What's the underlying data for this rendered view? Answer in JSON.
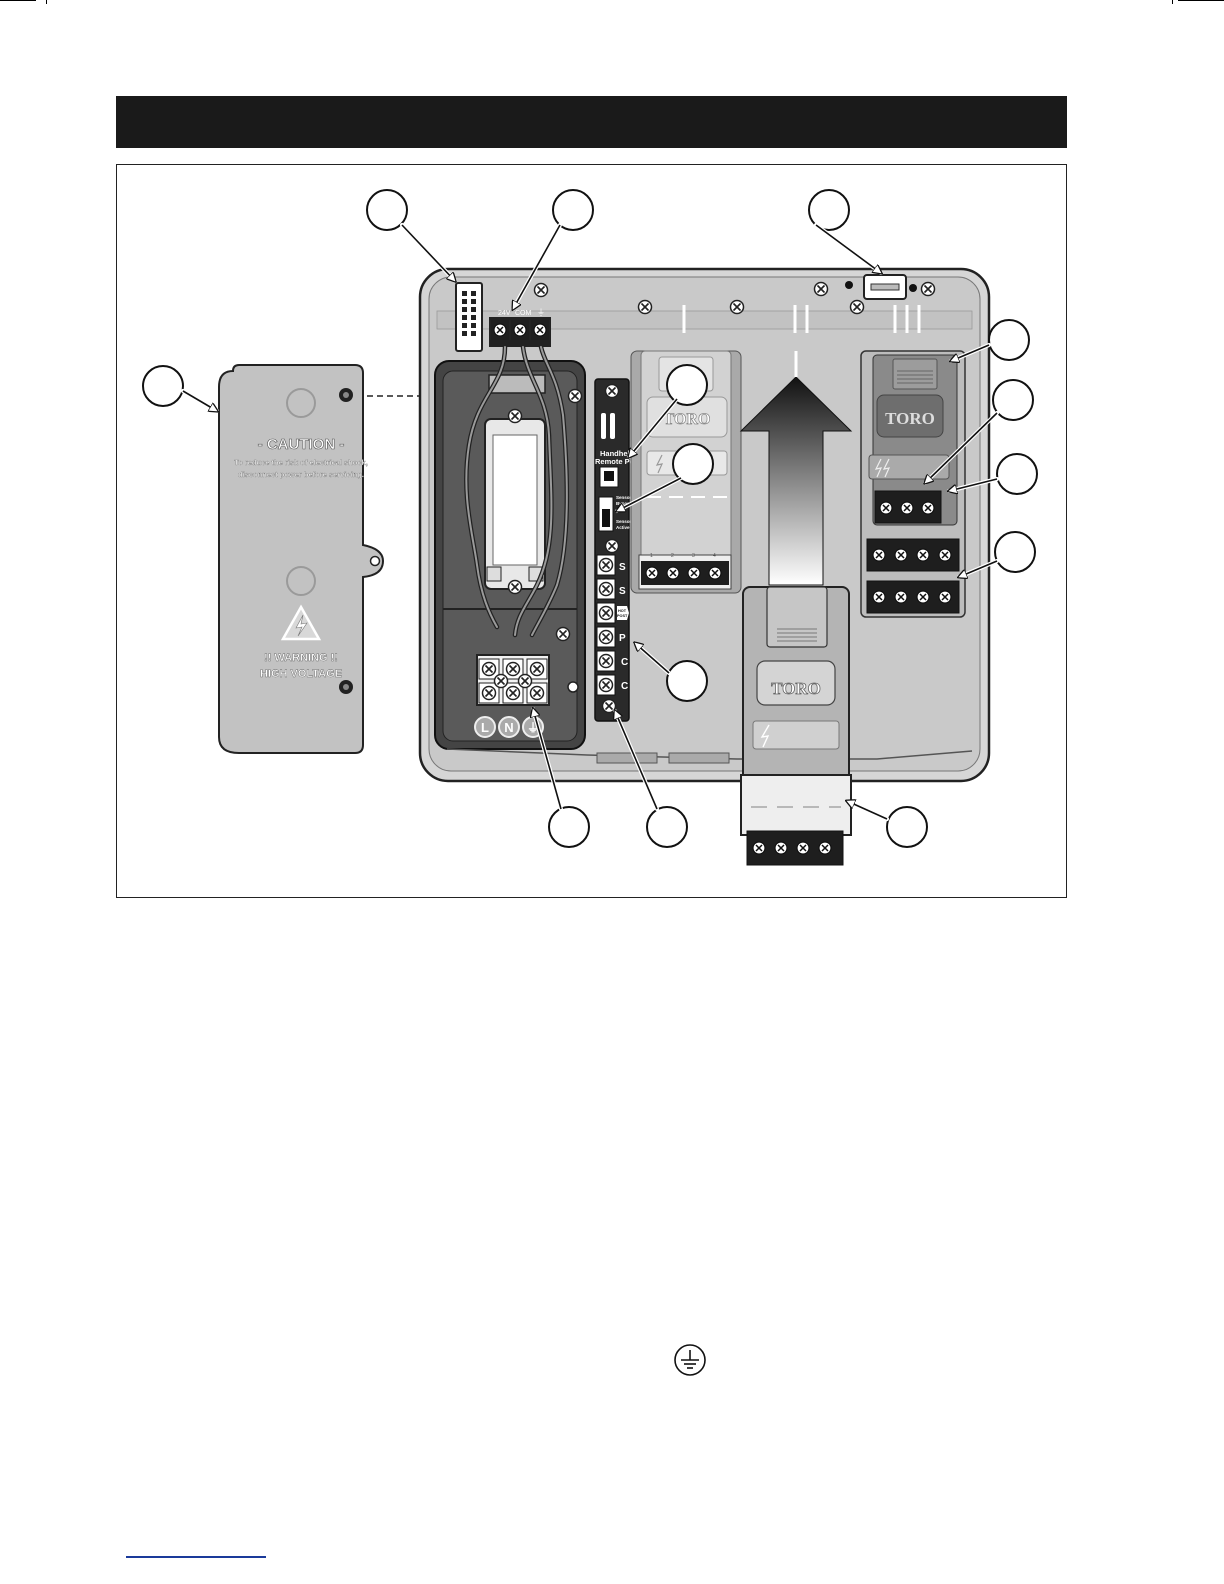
{
  "cover": {
    "caution_heading": "- CAUTION -",
    "caution_line1": "To reduce the risk of electrical shock,",
    "caution_line2": "disconnect power before servicing.",
    "warning_line1": "!! WARNING !!",
    "warning_line2": "HIGH VOLTAGE"
  },
  "terminal_block": {
    "labels": [
      "L",
      "N",
      "⏚"
    ]
  },
  "control_panel": {
    "port_label_1": "Handheld",
    "port_label_2": "Remote Port",
    "switch_label_top": "Sensor",
    "switch_label_mid": "Bypass",
    "switch_label_bot1": "Sensor",
    "switch_label_bot2": "Active",
    "terminal_letters": [
      "S",
      "S",
      "P",
      "C",
      "C"
    ],
    "hot_post_1": "HOT",
    "hot_post_2": "POST"
  },
  "power_terminals": [
    "24V",
    "COM",
    "⏚"
  ],
  "module": {
    "brand": "TORO",
    "station_numbers": [
      "1",
      "2",
      "3",
      "4"
    ]
  },
  "colors": {
    "panel_gray": "#c9c9c9",
    "dark_gray": "#3a3a3a",
    "black": "#1a1a1a"
  },
  "icons": [
    "ground-icon",
    "lightning-icon",
    "warning-triangle-icon",
    "screw-icon",
    "arrow-up-icon"
  ]
}
